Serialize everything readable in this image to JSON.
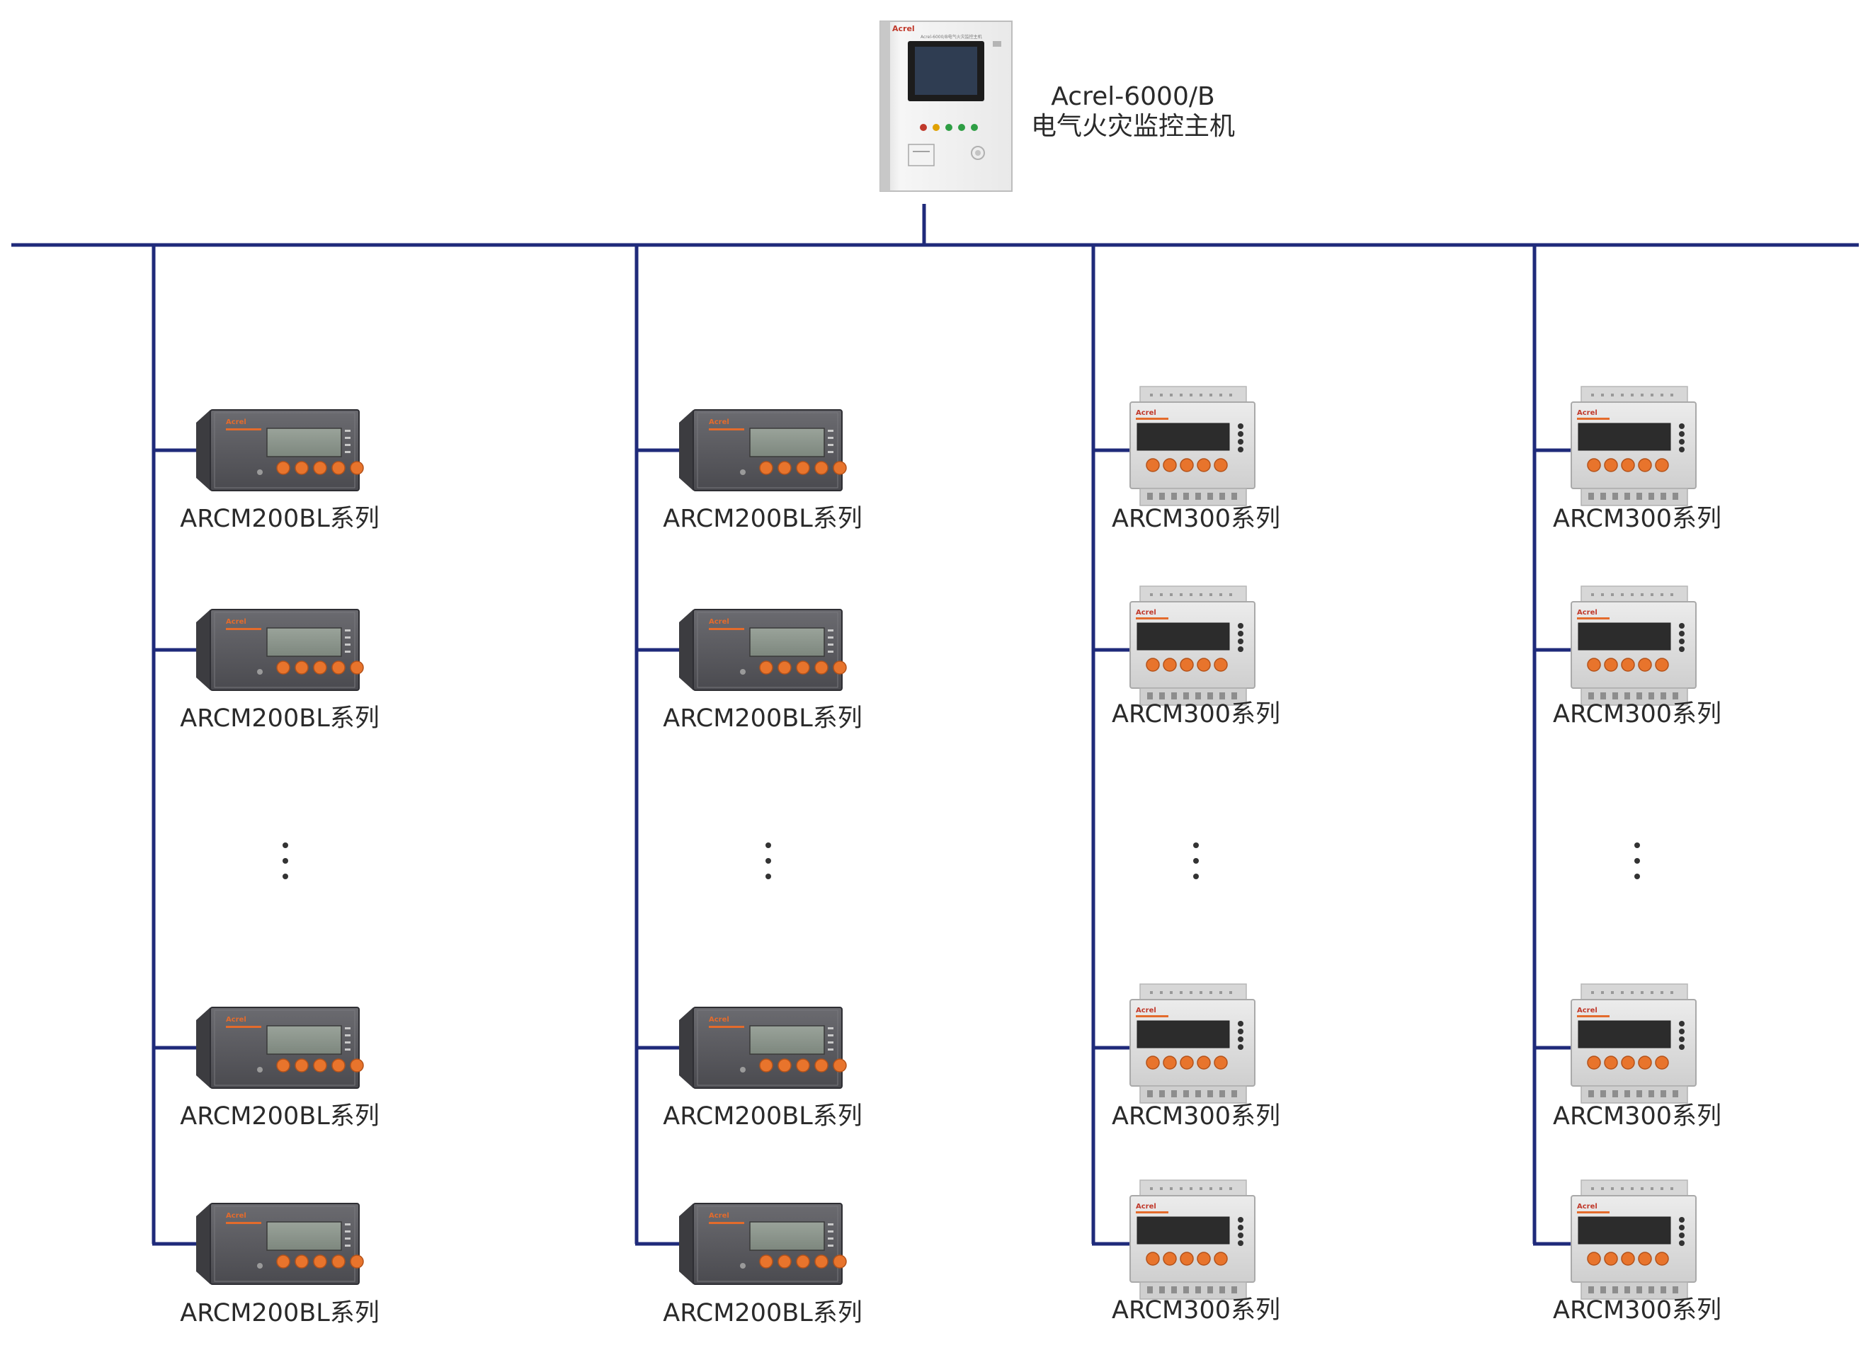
{
  "host": {
    "model": "Acrel-6000/B",
    "name": "电气火灾监控主机",
    "logo_text": "Acrel",
    "panel_caption": "Acrel-6000/B电气火灾监控主机"
  },
  "device_logo_text": "Acrel",
  "bus_color": "#1f2a7a",
  "columns": [
    {
      "device_type": "ARCM200BL",
      "labels": [
        "ARCM200BL系列",
        "ARCM200BL系列",
        "ARCM200BL系列",
        "ARCM200BL系列"
      ]
    },
    {
      "device_type": "ARCM200BL",
      "labels": [
        "ARCM200BL系列",
        "ARCM200BL系列",
        "ARCM200BL系列",
        "ARCM200BL系列"
      ]
    },
    {
      "device_type": "ARCM300",
      "labels": [
        "ARCM300系列",
        "ARCM300系列",
        "ARCM300系列",
        "ARCM300系列"
      ]
    },
    {
      "device_type": "ARCM300",
      "labels": [
        "ARCM300系列",
        "ARCM300系列",
        "ARCM300系列",
        "ARCM300系列"
      ]
    }
  ]
}
